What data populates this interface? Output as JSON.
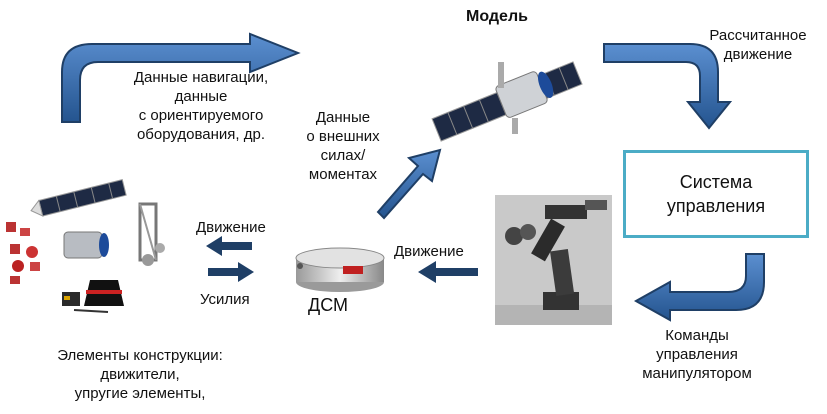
{
  "model_title": "Модель",
  "nav_data": [
    "Данные навигации,",
    "данные",
    "с ориентируемого",
    "оборудования, др."
  ],
  "external_forces": [
    "Данные",
    "о внешних",
    "силах/",
    "моментах"
  ],
  "calculated_motion": [
    "Рассчитанное",
    "движение"
  ],
  "control_system": [
    "Система",
    "управления"
  ],
  "manipulator_commands": [
    "Команды",
    "управления",
    "манипулятором"
  ],
  "motion_left": "Движение",
  "motion_mid": "Движение",
  "forces": "Усилия",
  "dsm": "ДСМ",
  "structure_elements": [
    "Элементы конструкции:",
    "движители,",
    "упругие элементы,"
  ],
  "colors": {
    "arrow": "#2e5f9e",
    "arrow_dark": "#1f3f66",
    "box_border": "#4bacc6"
  }
}
